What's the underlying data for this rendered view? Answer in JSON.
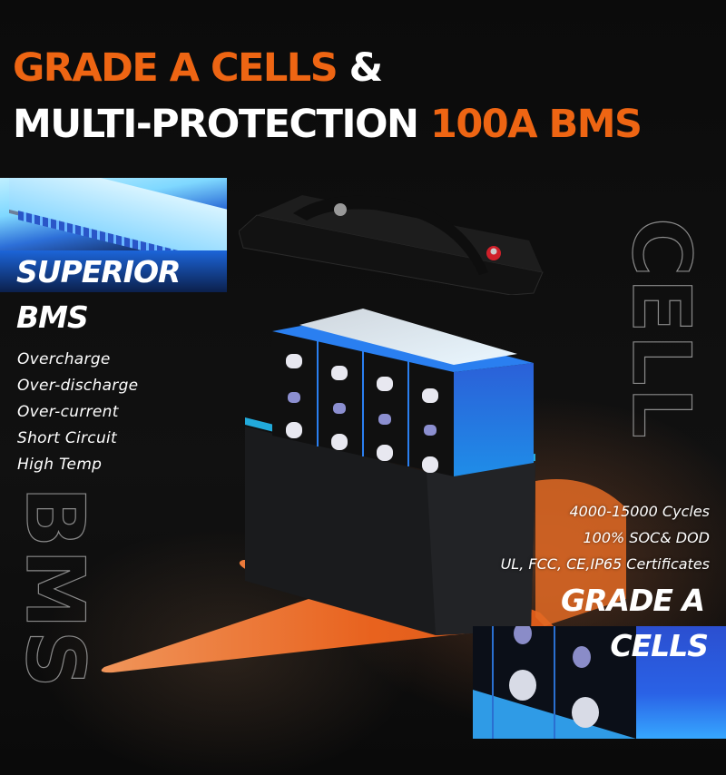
{
  "headline": {
    "line1_orange": "GRADE A CELLS",
    "line1_white": " &",
    "line2_white": "MULTI-PROTECTION ",
    "line2_orange": "100A BMS"
  },
  "bms_section": {
    "title_line1": "SUPERIOR",
    "title_line2": "BMS",
    "features": [
      "Overcharge",
      "Over-discharge",
      "Over-current",
      "Short Circuit",
      "High Temp"
    ]
  },
  "specs": [
    "4000-15000 Cycles",
    "100% SOC& DOD",
    "UL, FCC, CE,IP65 Certificates"
  ],
  "cells_section": {
    "title_line1": "GRADE A",
    "title_line2": "CELLS"
  },
  "outline_words": {
    "right": "CELL",
    "left": "BMS"
  },
  "colors": {
    "accent": "#ee6513",
    "background": "#0b0b0b",
    "text": "#ffffff",
    "cell_blue": "#1f6fe0"
  }
}
